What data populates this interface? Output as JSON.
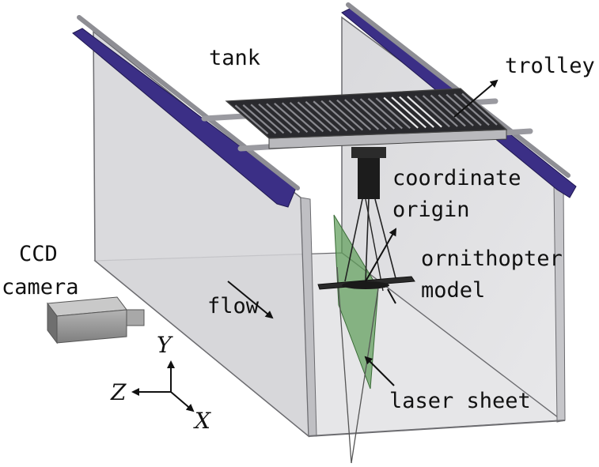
{
  "labels": {
    "tank": "tank",
    "trolley": "trolley",
    "coordinate_line1": "coordinate",
    "coordinate_line2": "origin",
    "ccd_line1": "CCD",
    "ccd_line2": "camera",
    "ornithopter_line1": "ornithopter",
    "ornithopter_line2": "model",
    "flow": "flow",
    "laser_sheet": "laser sheet"
  },
  "axes": {
    "y": "Y",
    "z": "Z",
    "x": "X"
  },
  "colors": {
    "glass": "#d6d6d9",
    "glass_edge": "#6c6c70",
    "rail": "#3b2f86",
    "laser": "#5f9e5a",
    "camera": "#9a9a9a"
  },
  "icons": {
    "camera": "ccd-camera-icon"
  }
}
